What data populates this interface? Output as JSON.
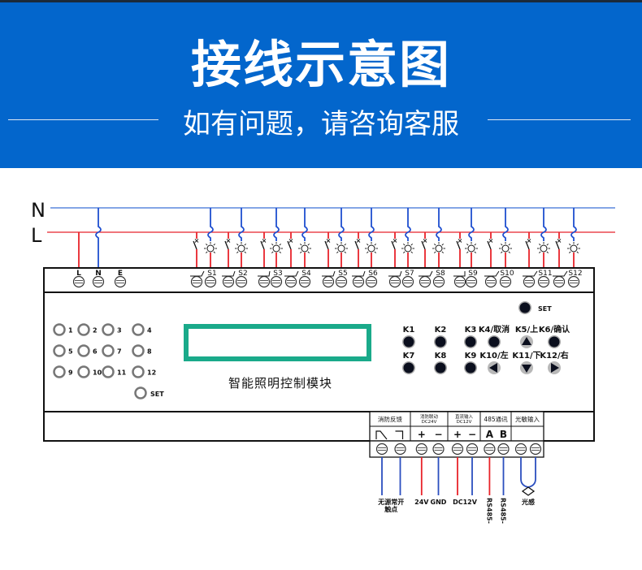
{
  "header": {
    "title": "接线示意图",
    "subtitle": "如有问题，请咨询客服",
    "background_color": "#0366cc"
  },
  "buses": {
    "neutral_label": "N",
    "line_label": "L",
    "neutral_color": "#3b6fd8",
    "line_color": "#e8232a"
  },
  "power_terminals": [
    "L",
    "N",
    "E"
  ],
  "channels": [
    "S1",
    "S2",
    "S3",
    "S4",
    "S5",
    "S6",
    "S7",
    "S8",
    "S9",
    "S10",
    "S11",
    "S12"
  ],
  "indicators": {
    "labels": [
      "1",
      "2",
      "3",
      "4",
      "5",
      "6",
      "7",
      "8",
      "9",
      "10",
      "11",
      "12"
    ],
    "set_label": "SET"
  },
  "display": {
    "border_color": "#1aaa8a",
    "module_name": "智能照明控制模块"
  },
  "keys": {
    "set_label": "SET",
    "row1": [
      {
        "label": "K1",
        "type": "round"
      },
      {
        "label": "K2",
        "type": "round"
      },
      {
        "label": "K3",
        "type": "round"
      },
      {
        "label": "K4/取消",
        "type": "round"
      },
      {
        "label": "K5/上",
        "type": "up"
      },
      {
        "label": "K6/确认",
        "type": "round"
      }
    ],
    "row2": [
      {
        "label": "K7",
        "type": "round"
      },
      {
        "label": "K8",
        "type": "round"
      },
      {
        "label": "K9",
        "type": "round"
      },
      {
        "label": "K10/左",
        "type": "left"
      },
      {
        "label": "K11/下",
        "type": "down"
      },
      {
        "label": "K12/右",
        "type": "right"
      }
    ]
  },
  "io_groups": [
    {
      "name": "消防反馈",
      "sub": "",
      "pins": [
        "┌\\",
        "┐"
      ]
    },
    {
      "name": "消防联动",
      "sub": "DC24V",
      "pins": [
        "+",
        "−"
      ]
    },
    {
      "name": "直流输入",
      "sub": "DC12V",
      "pins": [
        "+",
        "−"
      ]
    },
    {
      "name": "485通讯",
      "sub": "",
      "pins": [
        "A",
        "B"
      ]
    },
    {
      "name": "光敏输入",
      "sub": "",
      "pins": [
        "",
        ""
      ]
    }
  ],
  "io_wires": [
    {
      "label": "无源常开\n触点",
      "color": "#2b4fbf"
    },
    {
      "label": "",
      "color": "#2b4fbf"
    },
    {
      "label": "24V",
      "color": "#e8232a"
    },
    {
      "label": "GND",
      "color": "#2b4fbf"
    },
    {
      "label": "DC12V",
      "color": "#e8232a"
    },
    {
      "label": "",
      "color": "#2b4fbf"
    },
    {
      "label": "RS485-",
      "color": "#e8232a"
    },
    {
      "label": "RS485-",
      "color": "#2b4fbf"
    },
    {
      "label": "光感",
      "color": "#2b4fbf"
    },
    {
      "label": "",
      "color": "#2b4fbf"
    }
  ],
  "io_wire_labels": {
    "contact_line1": "无源常开",
    "contact_line2": "触点",
    "v24": "24V",
    "gnd": "GND",
    "dc12": "DC12V",
    "rs_a": "RS485-",
    "rs_b": "RS485-",
    "light": "光感"
  }
}
